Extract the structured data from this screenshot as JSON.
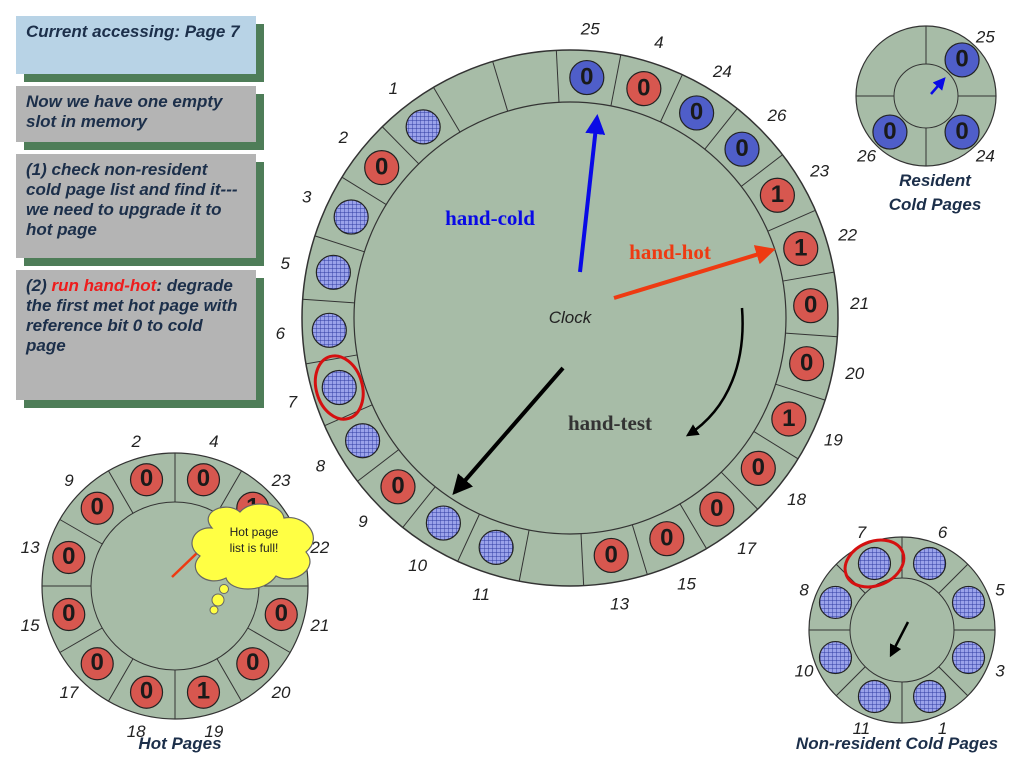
{
  "notes": [
    {
      "text": "Current accessing: Page 7",
      "style": "blue"
    },
    {
      "text": "Now we have one empty slot in memory",
      "style": "gray"
    },
    {
      "text": "(1) check non-resident cold page list and find it---we need to upgrade it to hot page",
      "style": "gray"
    },
    {
      "prefix": "(2) ",
      "highlight": "run hand-hot",
      "suffix": ": degrade the first met hot page with reference bit 0 to cold page",
      "style": "gray"
    }
  ],
  "colors": {
    "ring_fill": "#a7bca7",
    "hot_page": "#d7574f",
    "resident_cold_page": "#4f5ec9",
    "nonresident_cold_page": "#9aa2ea",
    "hand_cold": "#0a0ae6",
    "hand_hot": "#ee3a12",
    "hand_test": "#000000",
    "highlight": "#d51010",
    "callout": "#ffff44"
  },
  "clock": {
    "center_label": "Clock",
    "hands": {
      "cold": "hand-cold",
      "hot": "hand-hot",
      "test": "hand-test"
    },
    "slot_count": 26,
    "slots": [
      {
        "label": "25",
        "kind": "resident-cold",
        "bit": "0"
      },
      {
        "label": "4",
        "kind": "hot",
        "bit": "0"
      },
      {
        "label": "24",
        "kind": "resident-cold",
        "bit": "0"
      },
      {
        "label": "26",
        "kind": "resident-cold",
        "bit": "0"
      },
      {
        "label": "23",
        "kind": "hot",
        "bit": "1"
      },
      {
        "label": "22",
        "kind": "hot",
        "bit": "1"
      },
      {
        "label": "21",
        "kind": "hot",
        "bit": "0"
      },
      {
        "label": "20",
        "kind": "hot",
        "bit": "0"
      },
      {
        "label": "19",
        "kind": "hot",
        "bit": "1"
      },
      {
        "label": "18",
        "kind": "hot",
        "bit": "0"
      },
      {
        "label": "17",
        "kind": "hot",
        "bit": "0"
      },
      {
        "label": "15",
        "kind": "hot",
        "bit": "0"
      },
      {
        "label": "13",
        "kind": "hot",
        "bit": "0"
      },
      {
        "label": "",
        "kind": "empty",
        "bit": ""
      },
      {
        "label": "11",
        "kind": "nonresident",
        "bit": ""
      },
      {
        "label": "10",
        "kind": "nonresident",
        "bit": ""
      },
      {
        "label": "9",
        "kind": "hot",
        "bit": "0"
      },
      {
        "label": "8",
        "kind": "nonresident",
        "bit": ""
      },
      {
        "label": "7",
        "kind": "nonresident",
        "bit": "",
        "highlight": true
      },
      {
        "label": "6",
        "kind": "nonresident",
        "bit": ""
      },
      {
        "label": "5",
        "kind": "nonresident",
        "bit": ""
      },
      {
        "label": "3",
        "kind": "nonresident",
        "bit": ""
      },
      {
        "label": "2",
        "kind": "hot",
        "bit": "0"
      },
      {
        "label": "1",
        "kind": "nonresident",
        "bit": ""
      }
    ]
  },
  "resident_cold": {
    "caption_line1": "Resident",
    "caption_line2": "Cold Pages",
    "pages": [
      {
        "label": "25",
        "bit": "0"
      },
      {
        "label": "24",
        "bit": "0"
      },
      {
        "label": "26",
        "bit": "0"
      }
    ]
  },
  "hot_pages": {
    "caption": "Hot Pages",
    "callout": [
      "Hot page",
      "list is full!"
    ],
    "pages": [
      {
        "label": "2",
        "bit": "0"
      },
      {
        "label": "4",
        "bit": "0"
      },
      {
        "label": "23",
        "bit": "1"
      },
      {
        "label": "22",
        "bit": "1"
      },
      {
        "label": "21",
        "bit": "0"
      },
      {
        "label": "20",
        "bit": "0"
      },
      {
        "label": "19",
        "bit": "1"
      },
      {
        "label": "18",
        "bit": "0"
      },
      {
        "label": "17",
        "bit": "0"
      },
      {
        "label": "15",
        "bit": "0"
      },
      {
        "label": "13",
        "bit": "0"
      },
      {
        "label": "9",
        "bit": "0"
      }
    ]
  },
  "nonresident_cold": {
    "caption": "Non-resident Cold Pages",
    "pages": [
      {
        "label": "6",
        "highlight": false
      },
      {
        "label": "5",
        "highlight": false
      },
      {
        "label": "3",
        "highlight": false
      },
      {
        "label": "1",
        "highlight": false
      },
      {
        "label": "11",
        "highlight": false
      },
      {
        "label": "10",
        "highlight": false
      },
      {
        "label": "8",
        "highlight": false
      },
      {
        "label": "7",
        "highlight": true
      }
    ]
  }
}
